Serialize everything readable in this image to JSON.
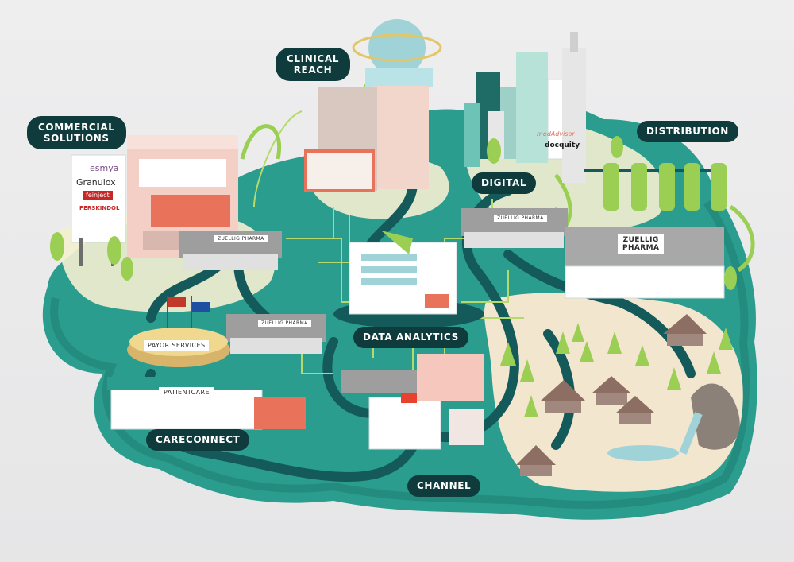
{
  "labels": {
    "commercial_solutions": [
      "COMMERCIAL",
      "SOLUTIONS"
    ],
    "clinical_reach": [
      "CLINICAL",
      "REACH"
    ],
    "distribution": "DISTRIBUTION",
    "digital": "DIGITAL",
    "data_analytics": "DATA ANALYTICS",
    "careconnect": "CARECONNECT",
    "channel": "CHANNEL"
  },
  "signs": {
    "payor_services": "PAYOR SERVICES",
    "patientcare": "PATIENTCARE",
    "warehouse_brand": [
      "ZUELLIG",
      "PHARMA"
    ]
  },
  "billboard": {
    "products": [
      "esmya",
      "Granulox",
      "feinject",
      "PERSKINDOL"
    ]
  },
  "digital_brands": [
    "medAdvisor",
    "docquity"
  ],
  "colors": {
    "background": "#e9e9ea",
    "island_teal": "#2a9d8f",
    "road_dark": "#145a5a",
    "label_pill": "#0f3b3c",
    "light_green": "#9ccc65",
    "sand": "#f3e6cf",
    "brick": "#e8725a"
  }
}
